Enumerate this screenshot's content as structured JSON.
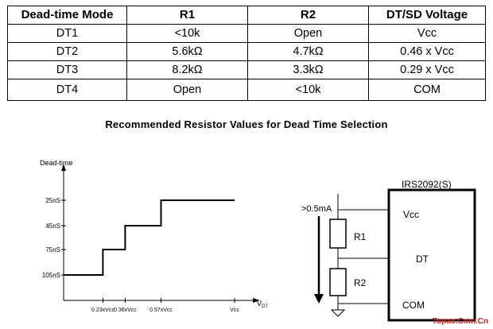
{
  "table": {
    "headers": [
      "Dead-time Mode",
      "R1",
      "R2",
      "DT/SD Voltage"
    ],
    "rows": [
      [
        "DT1",
        "<10k",
        "Open",
        "Vcc"
      ],
      [
        "DT2",
        "5.6kΩ",
        "4.7kΩ",
        "0.46 x Vcc"
      ],
      [
        "DT3",
        "8.2kΩ",
        "3.3kΩ",
        "0.29 x Vcc"
      ],
      [
        "DT4",
        "Open",
        "<10k",
        "COM"
      ]
    ]
  },
  "caption": "Recommended Resistor Values for Dead Time Selection",
  "chart_data": {
    "type": "line",
    "ylabel": "Dead-time",
    "xlabel": "VDT",
    "y_ticks": [
      "25nS",
      "45nS",
      "75nS",
      "105nS"
    ],
    "x_ticks": [
      "0.23xVcc",
      "0.36xVcc",
      "0.57xVcc",
      "Vcc"
    ],
    "x_values": [
      0.23,
      0.36,
      0.57,
      1.0
    ],
    "y_values": [
      25,
      45,
      75,
      105
    ],
    "series": [
      {
        "points": [
          [
            0,
            105
          ],
          [
            0.23,
            105
          ],
          [
            0.23,
            75
          ],
          [
            0.36,
            75
          ],
          [
            0.36,
            45
          ],
          [
            0.57,
            45
          ],
          [
            0.57,
            25
          ],
          [
            1.0,
            25
          ]
        ]
      }
    ]
  },
  "schematic": {
    "ic_label": "IRS2092(S)",
    "pin_vcc": "Vcc",
    "pin_dt": "DT",
    "pin_com": "COM",
    "r1": "R1",
    "r2": "R2",
    "current": ">0.5mA"
  },
  "watermark": "Tupao.Com.Cn"
}
